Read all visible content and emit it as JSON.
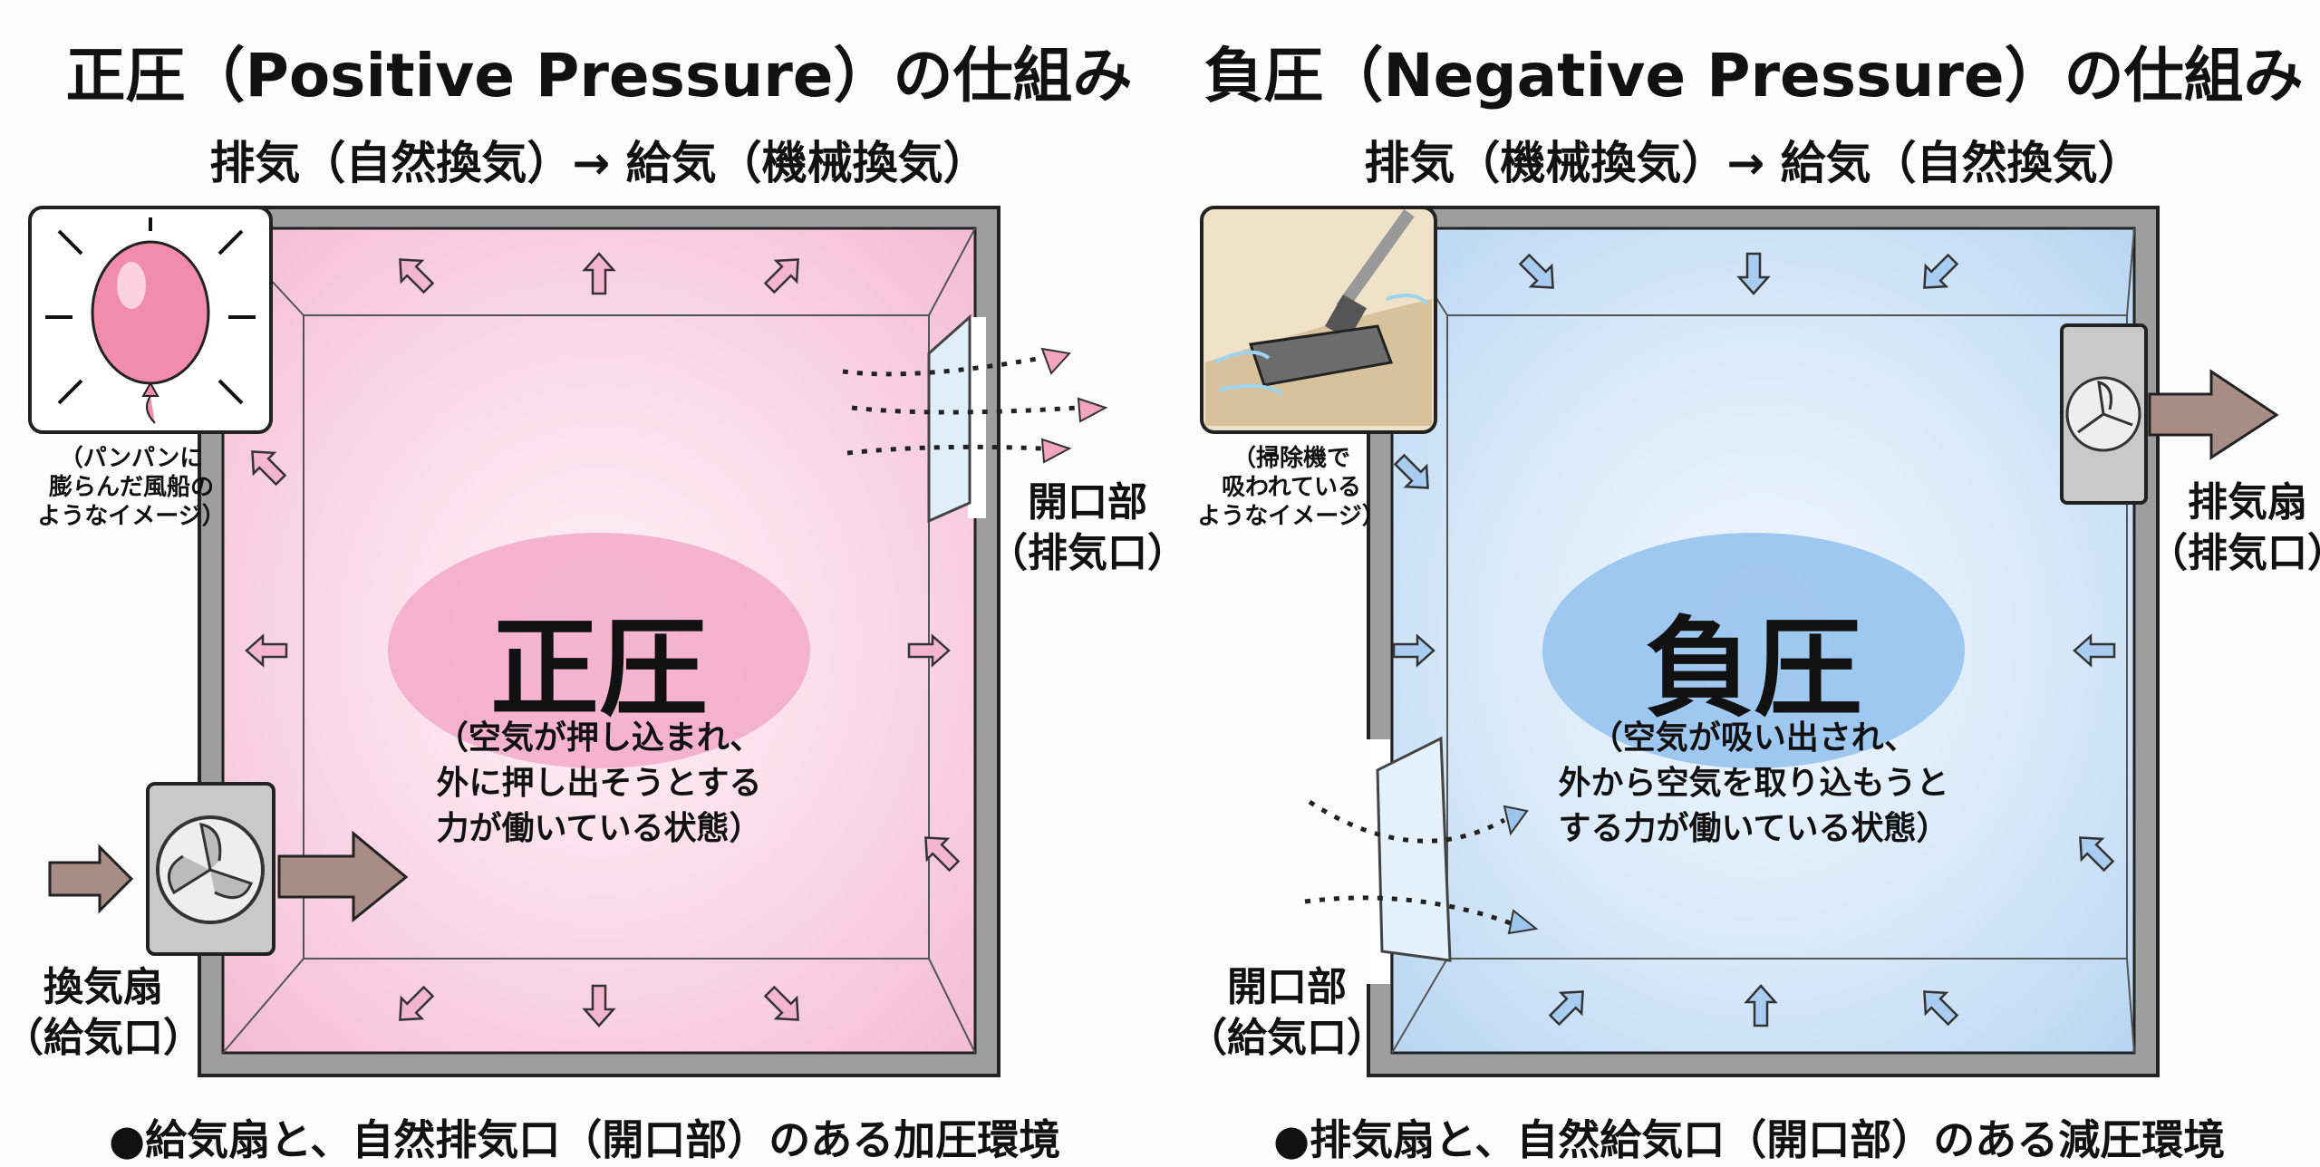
{
  "positive": {
    "title": "正圧（Positive Pressure）の仕組み",
    "subtitle": "排気（自然換気）→ 給気（機械換気）",
    "center_label": "正圧",
    "center_desc": [
      "（空気が押し込まれ、",
      "外に押し出そうとする",
      "力が働いている状態）"
    ],
    "image_caption": [
      "（パンパンに",
      "膨らんだ風船の",
      "ようなイメージ）"
    ],
    "fan_label": [
      "換気扇",
      "（給気口）"
    ],
    "opening_label": [
      "開口部",
      "（排気口）"
    ],
    "footer": "●給気扇と、自然排気口（開口部）のある加圧環境",
    "color": "#f4b6cf"
  },
  "negative": {
    "title": "負圧（Negative Pressure）の仕組み",
    "subtitle": "排気（機械換気）→ 給気（自然換気）",
    "center_label": "負圧",
    "center_desc": [
      "（空気が吸い出され、",
      "外から空気を取り込もうと",
      "する力が働いている状態）"
    ],
    "image_caption": [
      "（掃除機で",
      "吸われている",
      "ようなイメージ）"
    ],
    "fan_label": [
      "排気扇",
      "（排気口）"
    ],
    "opening_label": [
      "開口部",
      "（給気口）"
    ],
    "footer": "●排気扇と、自然給気口（開口部）のある減圧環境",
    "color": "#a9cdf0"
  }
}
